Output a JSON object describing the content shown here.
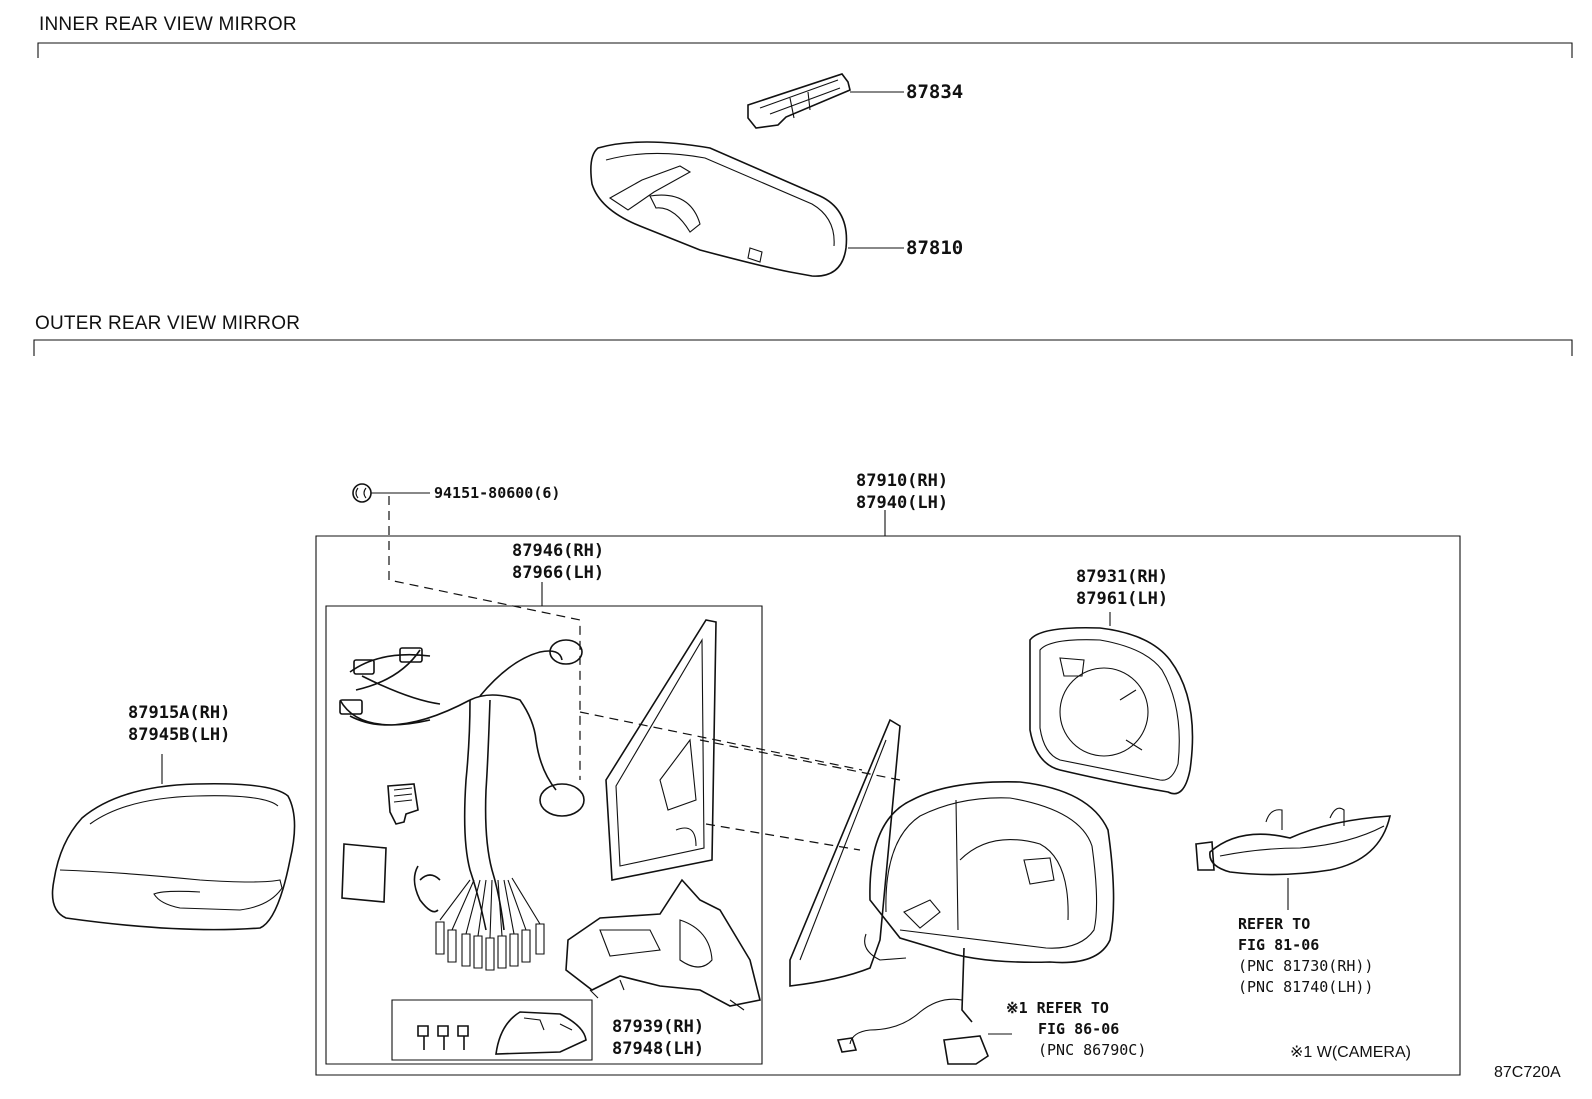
{
  "sections": {
    "inner_title": "INNER REAR VIEW MIRROR",
    "outer_title": "OUTER REAR VIEW MIRROR"
  },
  "parts": {
    "p87834": "87834",
    "p87810": "87810",
    "screw": "94151-80600(6)",
    "assy_rh": "87910(RH)",
    "assy_lh": "87940(LH)",
    "wire_rh": "87946(RH)",
    "wire_lh": "87966(LH)",
    "glass_rh": "87931(RH)",
    "glass_lh": "87961(LH)",
    "cover_rh": "87915A(RH)",
    "cover_lh": "87945B(LH)",
    "bracket_rh": "87939(RH)",
    "bracket_lh": "87948(LH)"
  },
  "references": {
    "signal_l1": "REFER TO",
    "signal_l2": "FIG 81-06",
    "signal_l3": "(PNC 81730(RH))",
    "signal_l4": "(PNC 81740(LH))",
    "camera_l1": "※1 REFER TO",
    "camera_l2": "FIG 86-06",
    "camera_l3": "(PNC 86790C)"
  },
  "notes": {
    "camera_note": "※1 W(CAMERA)",
    "figure_code": "87C720A"
  }
}
